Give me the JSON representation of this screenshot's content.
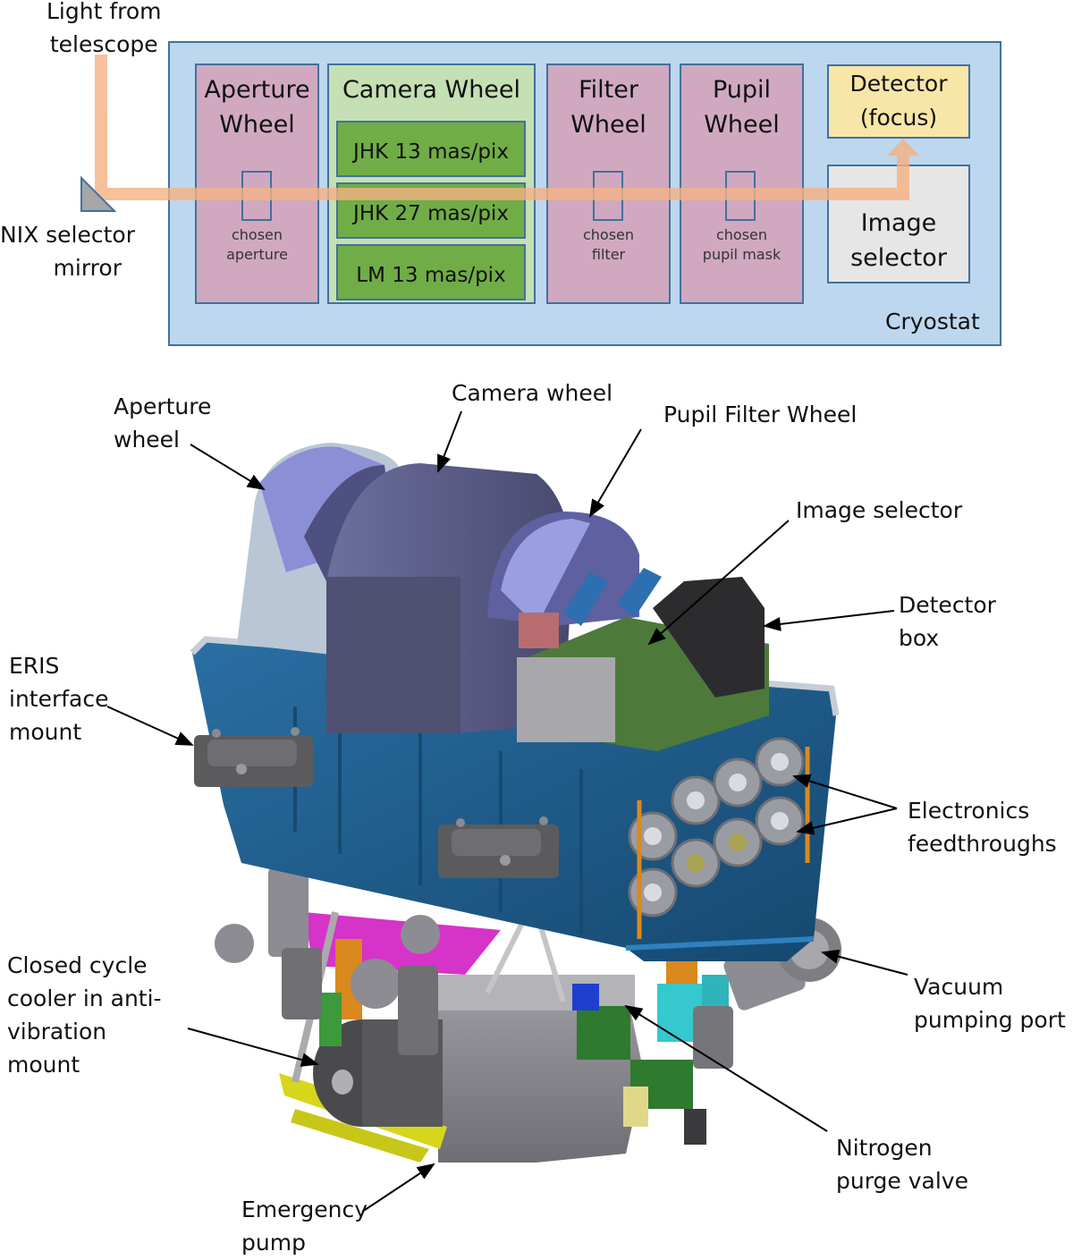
{
  "schematic": {
    "input_label": "Light from\ntelescope",
    "mirror_label": "NIX selector\nmirror",
    "container_label": "Cryostat",
    "blocks": [
      {
        "id": "aperture",
        "title": "Aperture\nWheel",
        "slot_label": "chosen\naperture"
      },
      {
        "id": "camera",
        "title": "Camera Wheel",
        "options": [
          "JHK 13 mas/pix",
          "JHK 27 mas/pix",
          "LM 13 mas/pix"
        ]
      },
      {
        "id": "filter",
        "title": "Filter\nWheel",
        "slot_label": "chosen\nfilter"
      },
      {
        "id": "pupil",
        "title": "Pupil\nWheel",
        "slot_label": "chosen\npupil mask"
      },
      {
        "id": "detector",
        "title": "Detector\n(focus)"
      },
      {
        "id": "image-selector",
        "title": "Image\nselector"
      }
    ],
    "colors": {
      "cryostat_fill": "#bdd7ee",
      "border": "#41719c",
      "wheel_fill": "#d0a9c0",
      "camera_fill": "#c5e0b4",
      "camera_option_fill": "#70ad47",
      "detector_fill": "#f8e6a8",
      "image_selector_fill": "#e7e6e6",
      "beam": "#f4b183",
      "mirror": "#a6a6a6"
    }
  },
  "cad": {
    "callouts": [
      {
        "id": "aperture-wheel",
        "text": "Aperture\nwheel"
      },
      {
        "id": "camera-wheel",
        "text": "Camera wheel"
      },
      {
        "id": "pupil-filter-wheel",
        "text": "Pupil Filter Wheel"
      },
      {
        "id": "image-selector",
        "text": "Image selector"
      },
      {
        "id": "detector-box",
        "text": "Detector\nbox"
      },
      {
        "id": "eris-interface-mount",
        "text": "ERIS\ninterface\nmount"
      },
      {
        "id": "electronics-feedthroughs",
        "text": "Electronics\nfeedthroughs"
      },
      {
        "id": "vacuum-pumping-port",
        "text": "Vacuum\npumping port"
      },
      {
        "id": "closed-cycle-cooler",
        "text": "Closed cycle\ncooler in anti-\nvibration\nmount"
      },
      {
        "id": "nitrogen-purge-valve",
        "text": "Nitrogen\npurge valve"
      },
      {
        "id": "emergency-pump",
        "text": "Emergency\npump"
      }
    ],
    "colors": {
      "cryostat_body": "#1f5f8f",
      "wheel_housing": "#5d5f8c",
      "wheel_rim": "#8a8fd6",
      "detector_box": "#2c2c2e",
      "image_selector": "#4d7a3a",
      "interface_mount": "#5b5b5e",
      "feedthrough": "#9a9ca3",
      "strap": "#d9891e",
      "cooler": "#4a4a4c",
      "cooler_frame": "#d6d61c",
      "valve_cyan": "#36c8cf",
      "valve_green": "#2e7a2e",
      "magenta": "#d633c9",
      "grey_parts": "#8c8c92"
    }
  }
}
